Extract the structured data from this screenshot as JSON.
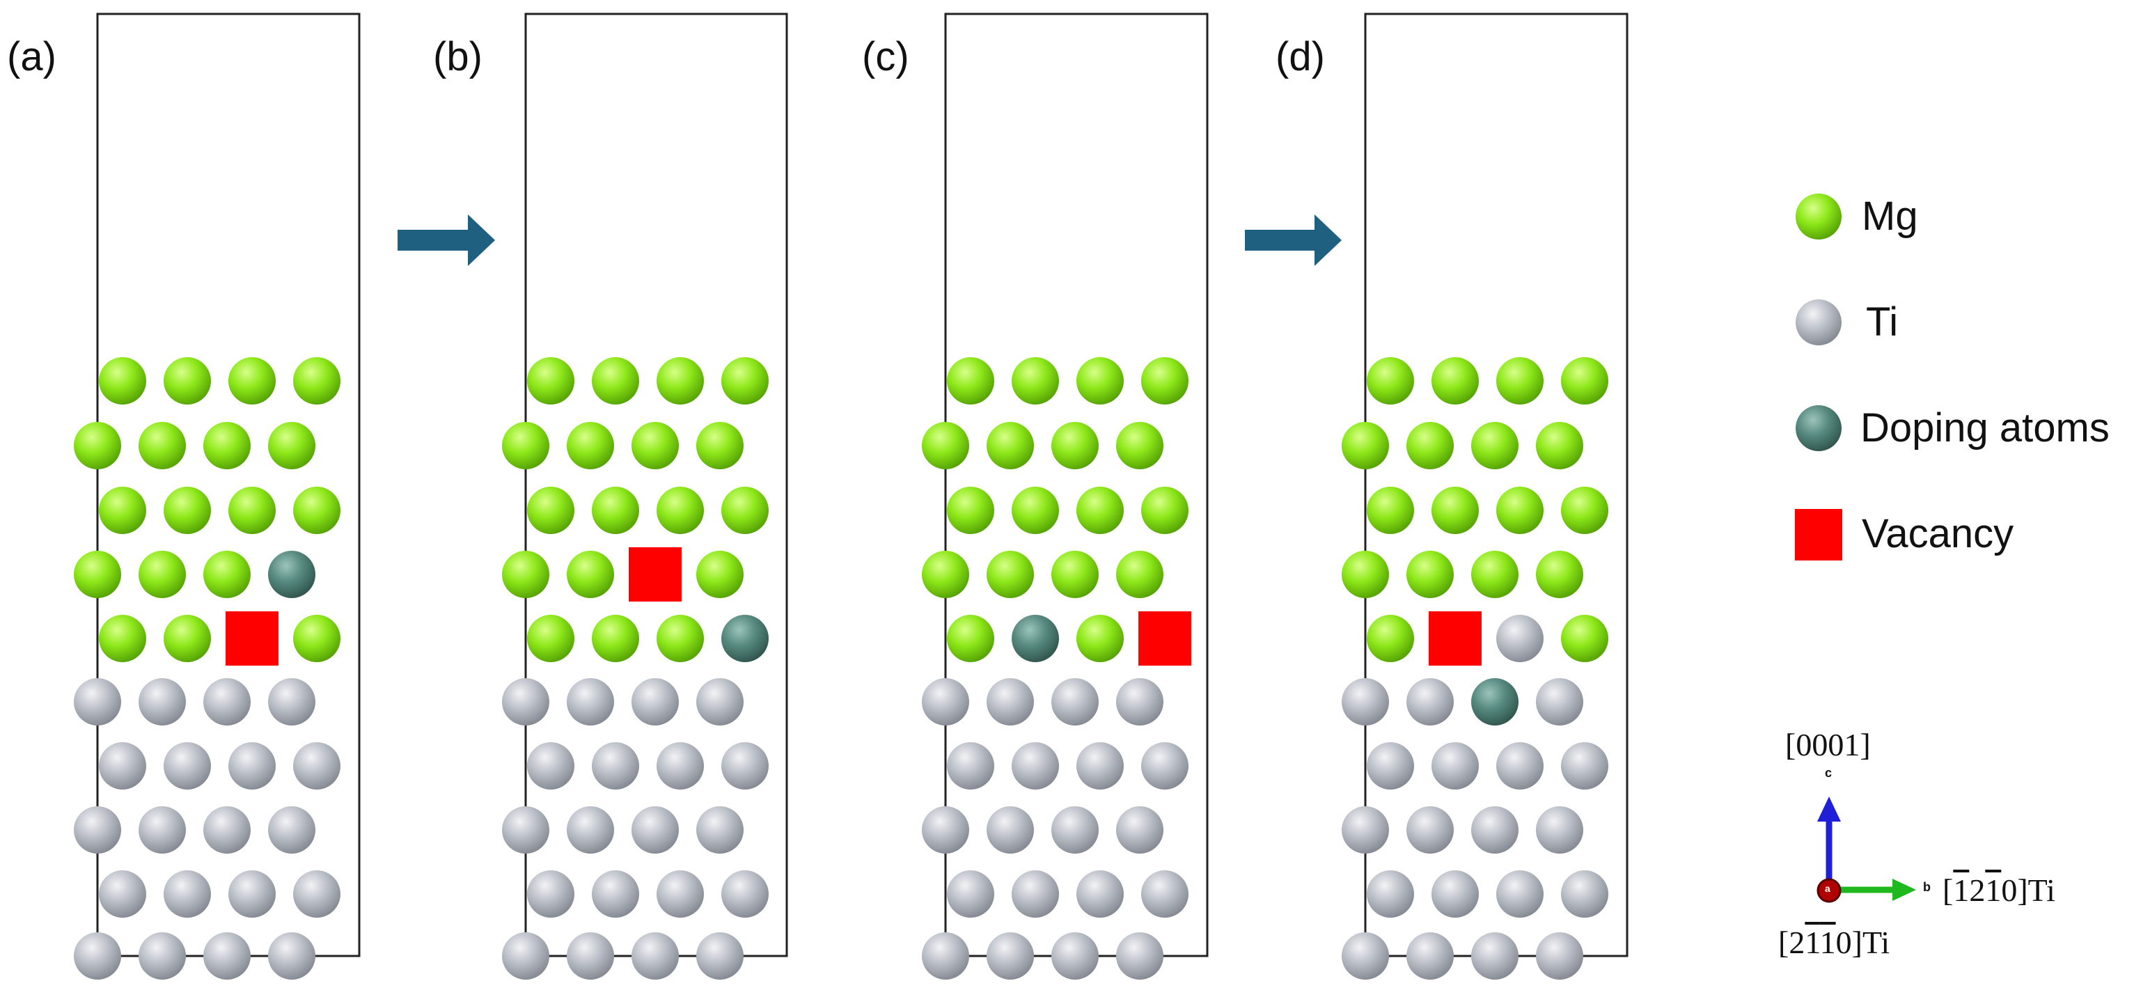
{
  "colors": {
    "Mg": "#7fe000",
    "Ti": "#b8bcc4",
    "dopant": "#4f8077",
    "vacancy": "#ff0000",
    "arrow": "#1f5f80",
    "axis_c": "#1f1fd8",
    "axis_b": "#1fb81f",
    "axis_a": "#b00000"
  },
  "panels": [
    {
      "label": "(a)",
      "vacancy": [
        4,
        2
      ],
      "dopants": [
        [
          3,
          3
        ]
      ],
      "ti_sites": []
    },
    {
      "label": "(b)",
      "vacancy": [
        3,
        2
      ],
      "dopants": [
        [
          4,
          3
        ]
      ],
      "ti_sites": []
    },
    {
      "label": "(c)",
      "vacancy": [
        4,
        3
      ],
      "dopants": [
        [
          4,
          1
        ]
      ],
      "ti_sites": []
    },
    {
      "label": "(d)",
      "vacancy": [
        4,
        1
      ],
      "dopants": [
        [
          5,
          2
        ]
      ],
      "ti_sites": [
        [
          4,
          2
        ]
      ]
    }
  ],
  "legend": {
    "items": [
      {
        "species": "Mg",
        "label": "Mg",
        "marker": "circle",
        "color": "#7fe000"
      },
      {
        "species": "Ti",
        "label": "Ti",
        "marker": "circle",
        "color": "#b8bcc4"
      },
      {
        "species": "dopant",
        "label": "Doping atoms",
        "marker": "circle",
        "color": "#4f8077"
      },
      {
        "species": "vacancy",
        "label": "Vacancy",
        "marker": "square",
        "color": "#ff0000"
      }
    ]
  },
  "axes": {
    "c_direction": "[0001]",
    "c_letter": "c",
    "b_letter": "b",
    "a_letter": "a",
    "b_direction": {
      "pre": "[",
      "d1": "1",
      "d2": "2",
      "d3": "1",
      "d4": "0",
      "post": "]Ti"
    },
    "a_direction": {
      "pre": "[2",
      "d1": "1",
      "d2": "1",
      "d3": "0",
      "post": "]Ti"
    }
  }
}
